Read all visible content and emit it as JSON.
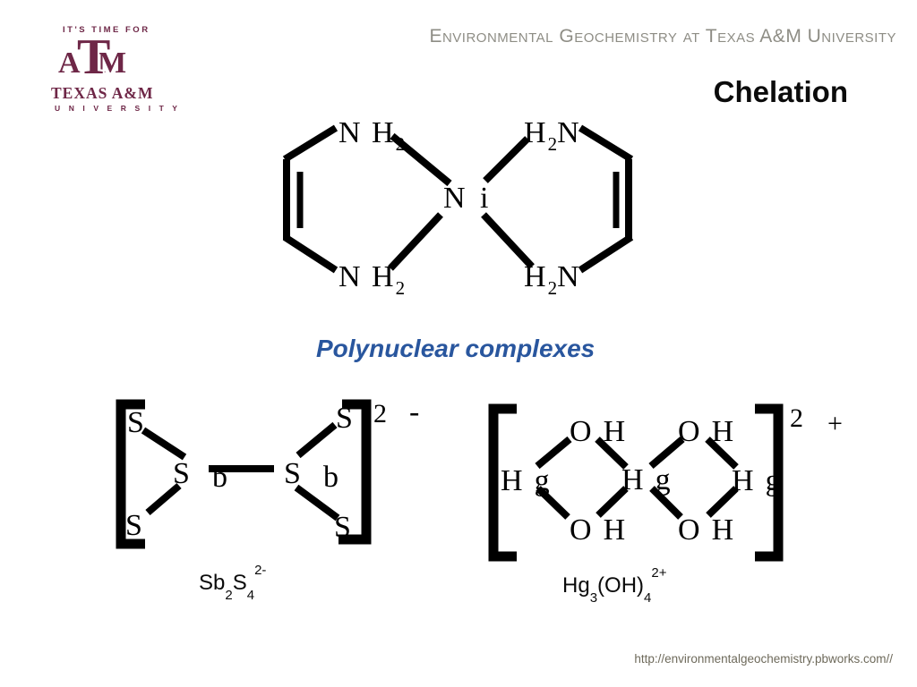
{
  "header": {
    "site_title": "Environmental Geochemistry at Texas A&M University"
  },
  "logo": {
    "tagline": "IT'S TIME FOR",
    "monogram": {
      "a": "A",
      "t": "T",
      "m": "M"
    },
    "name": "TEXAS A&M",
    "subname": "U N I V E R S I T Y"
  },
  "slide": {
    "title": "Chelation",
    "section_heading": "Polynuclear complexes"
  },
  "colors": {
    "maroon": "#6e2747",
    "header_gray": "#8e8d85",
    "heading_blue": "#29569e",
    "url_gray": "#6e6a5b",
    "bond_black": "#000000"
  },
  "ni_complex": {
    "center": "N i",
    "top_left": {
      "pre": "N H",
      "sub": "2",
      "post": ""
    },
    "top_right": {
      "pre": "H",
      "sub": "2",
      "post": "N"
    },
    "bottom_left": {
      "pre": "N H",
      "sub": "2",
      "post": ""
    },
    "bottom_right": {
      "pre": "H",
      "sub": "2",
      "post": "N"
    }
  },
  "sb_structure": {
    "s_top_left": "S",
    "s_bottom_left": "S",
    "sb_left": {
      "s": "S",
      "b": "b"
    },
    "sb_right": {
      "s": "S",
      "b": "b"
    },
    "s_top_right": "S",
    "s_bottom_right": "S",
    "charge_number": "2",
    "charge_sign": "-"
  },
  "sb_formula": {
    "el1": "Sb",
    "sub1": "2",
    "el2": "S",
    "sub2": "4",
    "charge": "2-"
  },
  "hg_structure": {
    "hg_left": {
      "h": "H",
      "g": "g"
    },
    "hg_middle": {
      "h": "H",
      "g": "g"
    },
    "hg_right": {
      "h": "H",
      "g": "g"
    },
    "oh_top_left": {
      "o": "O",
      "h": "H"
    },
    "oh_top_right": {
      "o": "O",
      "h": "H"
    },
    "oh_bottom_left": {
      "o": "O",
      "h": "H"
    },
    "oh_bottom_right": {
      "o": "O",
      "h": "H"
    },
    "charge_number": "2",
    "charge_sign": "+"
  },
  "hg_formula": {
    "el1": "Hg",
    "sub1": "3",
    "el2": "(OH)",
    "sub2": "4",
    "charge": "2+"
  },
  "footer": {
    "url": "http://environmentalgeochemistry.pbworks.com//"
  }
}
